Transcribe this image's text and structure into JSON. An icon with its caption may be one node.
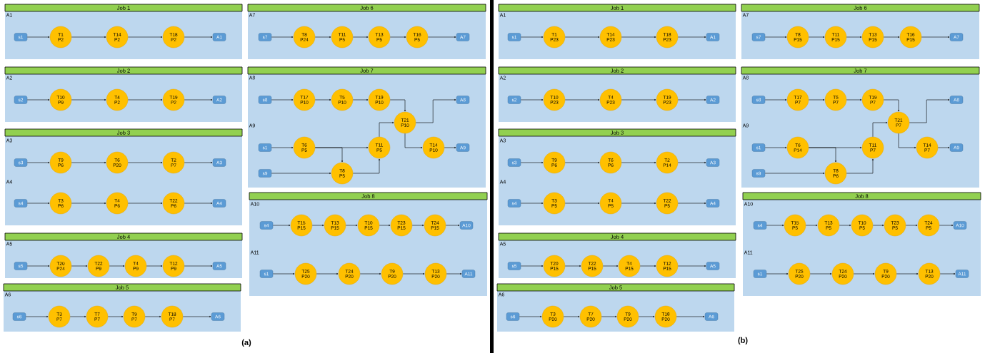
{
  "diagram": {
    "nodes": [
      {
        "text": [
          "Job 1",
          "A1"
        ]
      },
      {
        "text": [
          "s1"
        ],
        "in": 0
      },
      {
        "text": [
          "T1 P2"
        ],
        "in": 0
      },
      {
        "text": [
          "T14 P2"
        ],
        "in": 0
      },
      {
        "text": [
          "T18 P2"
        ],
        "in": 0
      },
      {
        "text": [
          "A1"
        ],
        "in": 0
      },
      {
        "text": [
          "Job 2",
          "A2"
        ]
      },
      {
        "text": [
          "s2"
        ],
        "in": 6
      },
      {
        "text": [
          "T10 P9"
        ],
        "in": 6
      },
      {
        "text": [
          "T4 P2"
        ],
        "in": 6
      },
      {
        "text": [
          "T19 P2"
        ],
        "in": 6
      },
      {
        "text": [
          "A2"
        ],
        "in": 6
      },
      {
        "text": [
          "Job 3",
          "A3",
          "A4"
        ]
      },
      {
        "text": [
          "s3"
        ],
        "in": 12
      },
      {
        "text": [
          "T9 P6"
        ],
        "in": 12
      },
      {
        "text": [
          "T6 P20"
        ],
        "in": 12
      },
      {
        "text": [
          "T2 P7"
        ],
        "in": 12
      },
      {
        "text": [
          "A3"
        ],
        "in": 12
      },
      {
        "text": [
          "s4"
        ],
        "in": 12
      },
      {
        "text": [
          "T3 P6"
        ],
        "in": 12
      },
      {
        "text": [
          "T4 P6"
        ],
        "in": 12
      },
      {
        "text": [
          "T22 P6"
        ],
        "in": 12
      },
      {
        "text": [
          "A4"
        ],
        "in": 12
      },
      {
        "text": [
          "Job 4",
          "A5"
        ]
      },
      {
        "text": [
          "s5"
        ],
        "in": 23
      },
      {
        "text": [
          "T20 P24"
        ],
        "in": 23
      },
      {
        "text": [
          "T22 P9"
        ],
        "in": 23
      },
      {
        "text": [
          "T4 P9"
        ],
        "in": 23
      },
      {
        "text": [
          "T12 P9"
        ],
        "in": 23
      },
      {
        "text": [
          "A5"
        ],
        "in": 23
      },
      {
        "text": [
          "Job 5",
          "A6"
        ]
      },
      {
        "text": [
          "s6"
        ],
        "in": 30
      },
      {
        "text": [
          "T3 P7"
        ],
        "in": 30
      },
      {
        "text": [
          "T7 P7"
        ],
        "in": 30
      },
      {
        "text": [
          "T9 P7"
        ],
        "in": 30
      },
      {
        "text": [
          "T18 P7"
        ],
        "in": 30
      },
      {
        "text": [
          "A6"
        ],
        "in": 30
      },
      {
        "text": [
          "Job 6",
          "A7"
        ]
      },
      {
        "text": [
          "s7"
        ],
        "in": 37
      },
      {
        "text": [
          "T8 P24"
        ],
        "in": 37
      },
      {
        "text": [
          "T11 P5"
        ],
        "in": 37
      },
      {
        "text": [
          "T13 P5"
        ],
        "in": 37
      },
      {
        "text": [
          "T16 P5"
        ],
        "in": 37
      },
      {
        "text": [
          "A7"
        ],
        "in": 37
      },
      {
        "text": [
          "Job 7",
          "A8",
          "A9"
        ]
      },
      {
        "text": [
          "s8"
        ],
        "in": 44
      },
      {
        "text": [
          "T17 P10"
        ],
        "in": 44
      },
      {
        "text": [
          "T5 P10"
        ],
        "in": 44
      },
      {
        "text": [
          "T19 P10"
        ],
        "in": 44
      },
      {
        "text": [
          "T21 P10"
        ],
        "in": 44
      },
      {
        "text": [
          "A8"
        ],
        "in": 44
      },
      {
        "text": [
          "s1"
        ],
        "in": 44
      },
      {
        "text": [
          "T6 P5"
        ],
        "in": 44
      },
      {
        "text": [
          "T11 P5"
        ],
        "in": 44
      },
      {
        "text": [
          "T14 P10"
        ],
        "in": 44
      },
      {
        "text": [
          "A9"
        ],
        "in": 44
      },
      {
        "text": [
          "s9"
        ],
        "in": 44
      },
      {
        "text": [
          "T8 P5"
        ],
        "in": 44
      },
      {
        "text": [
          "Job 8",
          "A10",
          "A11"
        ]
      },
      {
        "text": [
          "s4"
        ],
        "in": 58
      },
      {
        "text": [
          "T15 P15"
        ],
        "in": 58
      },
      {
        "text": [
          "T13 P15"
        ],
        "in": 58
      },
      {
        "text": [
          "T10 P15"
        ],
        "in": 58
      },
      {
        "text": [
          "T23 P15"
        ],
        "in": 58
      },
      {
        "text": [
          "T24 P15"
        ],
        "in": 58
      },
      {
        "text": [
          "A10"
        ],
        "in": 58
      },
      {
        "text": [
          "s1"
        ],
        "in": 58
      },
      {
        "text": [
          "T25 P20"
        ],
        "in": 58
      },
      {
        "text": [
          "T24 P20"
        ],
        "in": 58
      },
      {
        "text": [
          "T9 P20"
        ],
        "in": 58
      },
      {
        "text": [
          "T13 P20"
        ],
        "in": 58
      },
      {
        "text": [
          "A11"
        ],
        "in": 58
      },
      {
        "text": [
          "Job 1",
          "A1"
        ]
      },
      {
        "text": [
          "s1"
        ],
        "in": 72
      },
      {
        "text": [
          "T1 P23"
        ],
        "in": 72
      },
      {
        "text": [
          "T14 P23"
        ],
        "in": 72
      },
      {
        "text": [
          "T18 P23"
        ],
        "in": 72
      },
      {
        "text": [
          "A1"
        ],
        "in": 72
      },
      {
        "text": [
          "Job 2",
          "A2"
        ]
      },
      {
        "text": [
          "s2"
        ],
        "in": 78
      },
      {
        "text": [
          "T10 P23"
        ],
        "in": 78
      },
      {
        "text": [
          "T4 P23"
        ],
        "in": 78
      },
      {
        "text": [
          "T19 P23"
        ],
        "in": 78
      },
      {
        "text": [
          "A2"
        ],
        "in": 78
      },
      {
        "text": [
          "Job 3",
          "A3",
          "A4"
        ]
      },
      {
        "text": [
          "s3"
        ],
        "in": 84
      },
      {
        "text": [
          "T9 P6"
        ],
        "in": 84
      },
      {
        "text": [
          "T6 P6"
        ],
        "in": 84
      },
      {
        "text": [
          "T2 P14"
        ],
        "in": 84
      },
      {
        "text": [
          "A3"
        ],
        "in": 84
      },
      {
        "text": [
          "s4"
        ],
        "in": 84
      },
      {
        "text": [
          "T3 P5"
        ],
        "in": 84
      },
      {
        "text": [
          "T4 P5"
        ],
        "in": 84
      },
      {
        "text": [
          "T22 P5"
        ],
        "in": 84
      },
      {
        "text": [
          "A4"
        ],
        "in": 84
      },
      {
        "text": [
          "Job 4",
          "A5"
        ]
      },
      {
        "text": [
          "s5"
        ],
        "in": 95
      },
      {
        "text": [
          "T20 P15"
        ],
        "in": 95
      },
      {
        "text": [
          "T22 P15"
        ],
        "in": 95
      },
      {
        "text": [
          "T4 P15"
        ],
        "in": 95
      },
      {
        "text": [
          "T12 P15"
        ],
        "in": 95
      },
      {
        "text": [
          "A5"
        ],
        "in": 95
      },
      {
        "text": [
          "Job 5",
          "A6"
        ]
      },
      {
        "text": [
          "s6"
        ],
        "in": 102
      },
      {
        "text": [
          "T3 P20"
        ],
        "in": 102
      },
      {
        "text": [
          "T7 P20"
        ],
        "in": 102
      },
      {
        "text": [
          "T9 P20"
        ],
        "in": 102
      },
      {
        "text": [
          "T18 P20"
        ],
        "in": 102
      },
      {
        "text": [
          "A6"
        ],
        "in": 102
      },
      {
        "text": [
          "Job 6",
          "A7"
        ]
      },
      {
        "text": [
          "s7"
        ],
        "in": 109
      },
      {
        "text": [
          "T8 P15"
        ],
        "in": 109
      },
      {
        "text": [
          "T11 P15"
        ],
        "in": 109
      },
      {
        "text": [
          "T13 P15"
        ],
        "in": 109
      },
      {
        "text": [
          "T16 P15"
        ],
        "in": 109
      },
      {
        "text": [
          "A7"
        ],
        "in": 109
      },
      {
        "text": [
          "Job 7",
          "A8",
          "A9"
        ]
      },
      {
        "text": [
          "s8"
        ],
        "in": 116
      },
      {
        "text": [
          "T17 P7"
        ],
        "in": 116
      },
      {
        "text": [
          "T5 P7"
        ],
        "in": 116
      },
      {
        "text": [
          "T19 P7"
        ],
        "in": 116
      },
      {
        "text": [
          "T21 P7"
        ],
        "in": 116
      },
      {
        "text": [
          "A8"
        ],
        "in": 116
      },
      {
        "text": [
          "s1"
        ],
        "in": 116
      },
      {
        "text": [
          "T6 P14"
        ],
        "in": 116
      },
      {
        "text": [
          "T11 P7"
        ],
        "in": 116
      },
      {
        "text": [
          "T14 P7"
        ],
        "in": 116
      },
      {
        "text": [
          "A9"
        ],
        "in": 116
      },
      {
        "text": [
          "s9"
        ],
        "in": 116
      },
      {
        "text": [
          "T8 P6"
        ],
        "in": 116
      },
      {
        "text": [
          "Job 8",
          "A10",
          "A11"
        ]
      },
      {
        "text": [
          "s4"
        ],
        "in": 130
      },
      {
        "text": [
          "T15 P5"
        ],
        "in": 130
      },
      {
        "text": [
          "T13 P5"
        ],
        "in": 130
      },
      {
        "text": [
          "T10 P5"
        ],
        "in": 130
      },
      {
        "text": [
          "T23 P5"
        ],
        "in": 130
      },
      {
        "text": [
          "T24 P5"
        ],
        "in": 130
      },
      {
        "text": [
          "A10"
        ],
        "in": 130
      },
      {
        "text": [
          "s1"
        ],
        "in": 130
      },
      {
        "text": [
          "T25 P20"
        ],
        "in": 130
      },
      {
        "text": [
          "T24 P20"
        ],
        "in": 130
      },
      {
        "text": [
          "T9 P20"
        ],
        "in": 130
      },
      {
        "text": [
          "T13 P20"
        ],
        "in": 130
      },
      {
        "text": [
          "A11"
        ],
        "in": 130
      }
    ],
    "edges": [
      {
        "from": 1,
        "to": 2,
        "arrow": "to"
      },
      {
        "from": 2,
        "to": 3,
        "arrow": "to"
      },
      {
        "from": 3,
        "to": 4,
        "arrow": "to"
      },
      {
        "from": 4,
        "to": 5,
        "arrow": "to"
      },
      {
        "from": 7,
        "to": 8,
        "arrow": "to"
      },
      {
        "from": 8,
        "to": 9,
        "arrow": "to"
      },
      {
        "from": 9,
        "to": 10,
        "arrow": "to"
      },
      {
        "from": 10,
        "to": 11,
        "arrow": "to"
      },
      {
        "from": 13,
        "to": 14,
        "arrow": "to"
      },
      {
        "from": 14,
        "to": 15,
        "arrow": "to"
      },
      {
        "from": 15,
        "to": 16,
        "arrow": "to"
      },
      {
        "from": 16,
        "to": 17,
        "arrow": "to"
      },
      {
        "from": 18,
        "to": 19,
        "arrow": "to"
      },
      {
        "from": 19,
        "to": 20,
        "arrow": "to"
      },
      {
        "from": 20,
        "to": 21,
        "arrow": "to"
      },
      {
        "from": 21,
        "to": 22,
        "arrow": "to"
      },
      {
        "from": 24,
        "to": 25,
        "arrow": "to"
      },
      {
        "from": 25,
        "to": 26,
        "arrow": "to"
      },
      {
        "from": 26,
        "to": 27,
        "arrow": "to"
      },
      {
        "from": 27,
        "to": 28,
        "arrow": "to"
      },
      {
        "from": 28,
        "to": 29,
        "arrow": "to"
      },
      {
        "from": 31,
        "to": 32,
        "arrow": "to"
      },
      {
        "from": 32,
        "to": 33,
        "arrow": "to"
      },
      {
        "from": 33,
        "to": 34,
        "arrow": "to"
      },
      {
        "from": 34,
        "to": 35,
        "arrow": "to"
      },
      {
        "from": 35,
        "to": 36,
        "arrow": "to"
      },
      {
        "from": 38,
        "to": 39,
        "arrow": "to"
      },
      {
        "from": 39,
        "to": 40,
        "arrow": "to"
      },
      {
        "from": 40,
        "to": 41,
        "arrow": "to"
      },
      {
        "from": 41,
        "to": 42,
        "arrow": "to"
      },
      {
        "from": 42,
        "to": 43,
        "arrow": "to"
      },
      {
        "from": 45,
        "to": 46,
        "arrow": "to"
      },
      {
        "from": 46,
        "to": 47,
        "arrow": "to"
      },
      {
        "from": 47,
        "to": 48,
        "arrow": "to"
      },
      {
        "from": 48,
        "to": 49,
        "arrow": "to"
      },
      {
        "from": 49,
        "to": 50,
        "arrow": "to"
      },
      {
        "from": 49,
        "to": 54,
        "arrow": "to"
      },
      {
        "from": 54,
        "to": 55,
        "arrow": "to"
      },
      {
        "from": 51,
        "to": 52,
        "arrow": "to"
      },
      {
        "from": 52,
        "to": 53,
        "arrow": "to"
      },
      {
        "from": 52,
        "to": 57,
        "arrow": "to"
      },
      {
        "from": 56,
        "to": 57,
        "arrow": "to"
      },
      {
        "from": 57,
        "to": 53,
        "arrow": "to"
      },
      {
        "from": 53,
        "to": 49,
        "arrow": "to"
      },
      {
        "from": 59,
        "to": 60,
        "arrow": "to"
      },
      {
        "from": 60,
        "to": 61,
        "arrow": "to"
      },
      {
        "from": 61,
        "to": 62,
        "arrow": "to"
      },
      {
        "from": 62,
        "to": 63,
        "arrow": "to"
      },
      {
        "from": 63,
        "to": 64,
        "arrow": "to"
      },
      {
        "from": 64,
        "to": 65,
        "arrow": "to"
      },
      {
        "from": 66,
        "to": 67,
        "arrow": "to"
      },
      {
        "from": 67,
        "to": 68,
        "arrow": "to"
      },
      {
        "from": 68,
        "to": 69,
        "arrow": "to"
      },
      {
        "from": 69,
        "to": 70,
        "arrow": "to"
      },
      {
        "from": 70,
        "to": 71,
        "arrow": "to"
      },
      {
        "from": 73,
        "to": 74,
        "arrow": "to"
      },
      {
        "from": 74,
        "to": 75,
        "arrow": "to"
      },
      {
        "from": 75,
        "to": 76,
        "arrow": "to"
      },
      {
        "from": 76,
        "to": 77,
        "arrow": "to"
      },
      {
        "from": 79,
        "to": 80,
        "arrow": "to"
      },
      {
        "from": 80,
        "to": 81,
        "arrow": "to"
      },
      {
        "from": 81,
        "to": 82,
        "arrow": "to"
      },
      {
        "from": 82,
        "to": 83,
        "arrow": "to"
      },
      {
        "from": 85,
        "to": 86,
        "arrow": "to"
      },
      {
        "from": 86,
        "to": 87,
        "arrow": "to"
      },
      {
        "from": 87,
        "to": 88,
        "arrow": "to"
      },
      {
        "from": 88,
        "to": 89,
        "arrow": "to"
      },
      {
        "from": 90,
        "to": 91,
        "arrow": "to"
      },
      {
        "from": 91,
        "to": 92,
        "arrow": "to"
      },
      {
        "from": 92,
        "to": 93,
        "arrow": "to"
      },
      {
        "from": 93,
        "to": 94,
        "arrow": "to"
      },
      {
        "from": 96,
        "to": 97,
        "arrow": "to"
      },
      {
        "from": 97,
        "to": 98,
        "arrow": "to"
      },
      {
        "from": 98,
        "to": 99,
        "arrow": "to"
      },
      {
        "from": 99,
        "to": 100,
        "arrow": "to"
      },
      {
        "from": 100,
        "to": 101,
        "arrow": "to"
      },
      {
        "from": 103,
        "to": 104,
        "arrow": "to"
      },
      {
        "from": 104,
        "to": 105,
        "arrow": "to"
      },
      {
        "from": 105,
        "to": 106,
        "arrow": "to"
      },
      {
        "from": 106,
        "to": 107,
        "arrow": "to"
      },
      {
        "from": 107,
        "to": 108,
        "arrow": "to"
      },
      {
        "from": 110,
        "to": 111,
        "arrow": "to"
      },
      {
        "from": 111,
        "to": 112,
        "arrow": "to"
      },
      {
        "from": 112,
        "to": 113,
        "arrow": "to"
      },
      {
        "from": 113,
        "to": 114,
        "arrow": "to"
      },
      {
        "from": 114,
        "to": 115,
        "arrow": "to"
      },
      {
        "from": 117,
        "to": 118,
        "arrow": "to"
      },
      {
        "from": 118,
        "to": 119,
        "arrow": "to"
      },
      {
        "from": 119,
        "to": 120,
        "arrow": "to"
      },
      {
        "from": 120,
        "to": 121,
        "arrow": "to"
      },
      {
        "from": 121,
        "to": 122,
        "arrow": "to"
      },
      {
        "from": 121,
        "to": 126,
        "arrow": "to"
      },
      {
        "from": 126,
        "to": 127,
        "arrow": "to"
      },
      {
        "from": 123,
        "to": 124,
        "arrow": "to"
      },
      {
        "from": 124,
        "to": 125,
        "arrow": "to"
      },
      {
        "from": 124,
        "to": 129,
        "arrow": "to"
      },
      {
        "from": 128,
        "to": 129,
        "arrow": "to"
      },
      {
        "from": 129,
        "to": 125,
        "arrow": "to"
      },
      {
        "from": 125,
        "to": 121,
        "arrow": "to"
      },
      {
        "from": 131,
        "to": 132,
        "arrow": "to"
      },
      {
        "from": 132,
        "to": 133,
        "arrow": "to"
      },
      {
        "from": 133,
        "to": 134,
        "arrow": "to"
      },
      {
        "from": 134,
        "to": 135,
        "arrow": "to"
      },
      {
        "from": 135,
        "to": 136,
        "arrow": "to"
      },
      {
        "from": 136,
        "to": 137,
        "arrow": "to"
      },
      {
        "from": 138,
        "to": 139,
        "arrow": "to"
      },
      {
        "from": 139,
        "to": 140,
        "arrow": "to"
      },
      {
        "from": 140,
        "to": 141,
        "arrow": "to"
      },
      {
        "from": 141,
        "to": 142,
        "arrow": "to"
      },
      {
        "from": 142,
        "to": 143,
        "arrow": "to"
      }
    ],
    "labels": [
      "(a)",
      "(b)"
    ]
  }
}
